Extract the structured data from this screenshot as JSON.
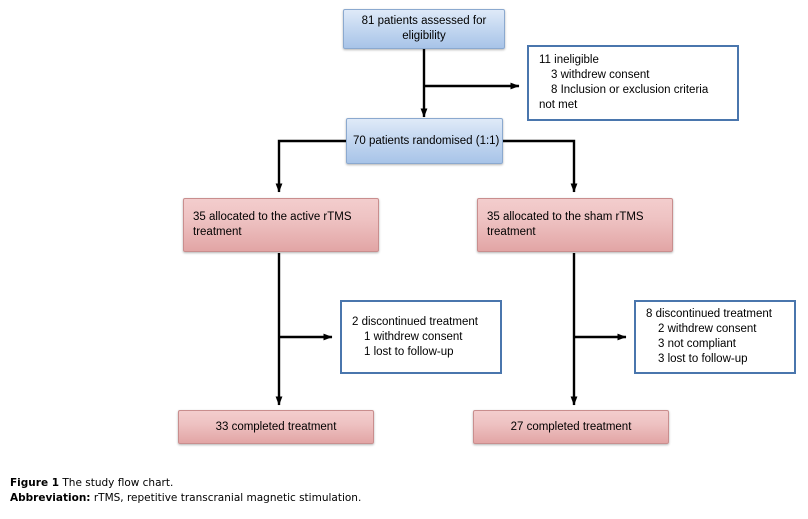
{
  "chart_data": {
    "type": "diagram",
    "title": "The study flow chart",
    "nodes": [
      {
        "id": "assessed",
        "label": "81 patients assessed for eligibility",
        "count": 81,
        "style": "blue"
      },
      {
        "id": "ineligible",
        "label": "11 ineligible",
        "count": 11,
        "style": "outline"
      },
      {
        "id": "randomised",
        "label": "70 patients randomised (1:1)",
        "count": 70,
        "style": "blue"
      },
      {
        "id": "alloc_active",
        "label": "35 allocated to the active rTMS treatment",
        "count": 35,
        "style": "pink"
      },
      {
        "id": "alloc_sham",
        "label": "35 allocated to the sham rTMS treatment",
        "count": 35,
        "style": "pink"
      },
      {
        "id": "disc_active",
        "label": "2 discontinued treatment",
        "count": 2,
        "style": "outline"
      },
      {
        "id": "disc_sham",
        "label": "8 discontinued treatment",
        "count": 8,
        "style": "outline"
      },
      {
        "id": "completed_active",
        "label": "33 completed treatment",
        "count": 33,
        "style": "pink"
      },
      {
        "id": "completed_sham",
        "label": "27 completed treatment",
        "count": 27,
        "style": "pink"
      }
    ],
    "edges": [
      {
        "from": "assessed",
        "to": "randomised"
      },
      {
        "from": "assessed",
        "to": "ineligible"
      },
      {
        "from": "randomised",
        "to": "alloc_active"
      },
      {
        "from": "randomised",
        "to": "alloc_sham"
      },
      {
        "from": "alloc_active",
        "to": "disc_active"
      },
      {
        "from": "alloc_active",
        "to": "completed_active"
      },
      {
        "from": "alloc_sham",
        "to": "disc_sham"
      },
      {
        "from": "alloc_sham",
        "to": "completed_sham"
      }
    ]
  },
  "colors": {
    "blue_fill_top": "#dfeaf8",
    "blue_fill_bottom": "#a8c4e8",
    "blue_border": "#8ba9cf",
    "pink_fill_top": "#f3cdcd",
    "pink_fill_bottom": "#e2a5a5",
    "pink_border": "#c98e8e",
    "outline_border": "#4a76ad",
    "outline_fill": "#ffffff",
    "connector": "#000000",
    "text": "#000000",
    "background": "#ffffff"
  },
  "nodes": {
    "assessed": {
      "line1": "81 patients assessed for",
      "line2": "eligibility"
    },
    "ineligible": {
      "line1": "11 ineligible",
      "line2": "3 withdrew consent",
      "line3": "8 Inclusion or exclusion criteria",
      "line4": "not met"
    },
    "randomised": {
      "line1": "70 patients randomised (1:1)"
    },
    "alloc_active": {
      "line1": "35 allocated to the active rTMS",
      "line2": "treatment"
    },
    "alloc_sham": {
      "line1": "35 allocated to the sham rTMS",
      "line2": "treatment"
    },
    "disc_active": {
      "line1": "2 discontinued treatment",
      "line2": "1 withdrew consent",
      "line3": "1 lost to follow-up"
    },
    "disc_sham": {
      "line1": "8 discontinued treatment",
      "line2": "2 withdrew consent",
      "line3": "3 not compliant",
      "line4": "3 lost to follow-up"
    },
    "completed_active": {
      "line1": "33 completed treatment"
    },
    "completed_sham": {
      "line1": "27 completed treatment"
    }
  },
  "caption": {
    "figure_label": "Figure 1",
    "figure_text": "The study flow chart.",
    "abbrev_label": "Abbreviation:",
    "abbrev_text": "rTMS, repetitive transcranial magnetic stimulation."
  }
}
